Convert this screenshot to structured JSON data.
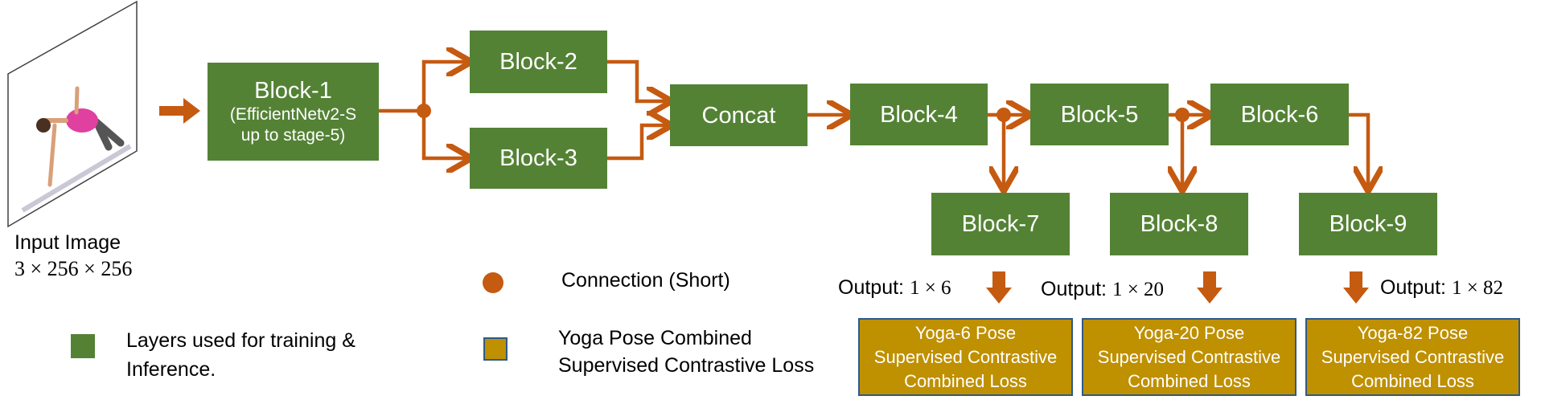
{
  "input": {
    "label": "Input Image",
    "dims": "3 × 256 × 256"
  },
  "blocks": {
    "b1": {
      "title": "Block-1",
      "sub1": "(EfficientNetv2-S",
      "sub2": "up to stage-5)"
    },
    "b2": "Block-2",
    "b3": "Block-3",
    "concat": "Concat",
    "b4": "Block-4",
    "b5": "Block-5",
    "b6": "Block-6",
    "b7": "Block-7",
    "b8": "Block-8",
    "b9": "Block-9"
  },
  "outputs": {
    "o6": {
      "prefix": "Output: ",
      "value": "1 × 6"
    },
    "o20": {
      "prefix": "Output: ",
      "value": "1 × 20"
    },
    "o82": {
      "prefix": "Output: ",
      "value": "1 × 82"
    }
  },
  "losses": {
    "l6": {
      "line1": "Yoga-6 Pose",
      "line2": "Supervised Contrastive",
      "line3": "Combined  Loss"
    },
    "l20": {
      "line1": "Yoga-20 Pose",
      "line2": "Supervised Contrastive",
      "line3": "Combined  Loss"
    },
    "l82": {
      "line1": "Yoga-82 Pose",
      "line2": "Supervised Contrastive",
      "line3": "Combined  Loss"
    }
  },
  "legend": {
    "green_line1": "Layers used for training &",
    "green_line2": "Inference.",
    "dot_label": "Connection (Short)",
    "gold_line1": "Yoga Pose Combined",
    "gold_line2": "Supervised Contrastive Loss"
  },
  "colors": {
    "block_green": "#548235",
    "arrow_orange": "#c55a11",
    "loss_gold": "#bf9000",
    "loss_border": "#2e5a87"
  }
}
